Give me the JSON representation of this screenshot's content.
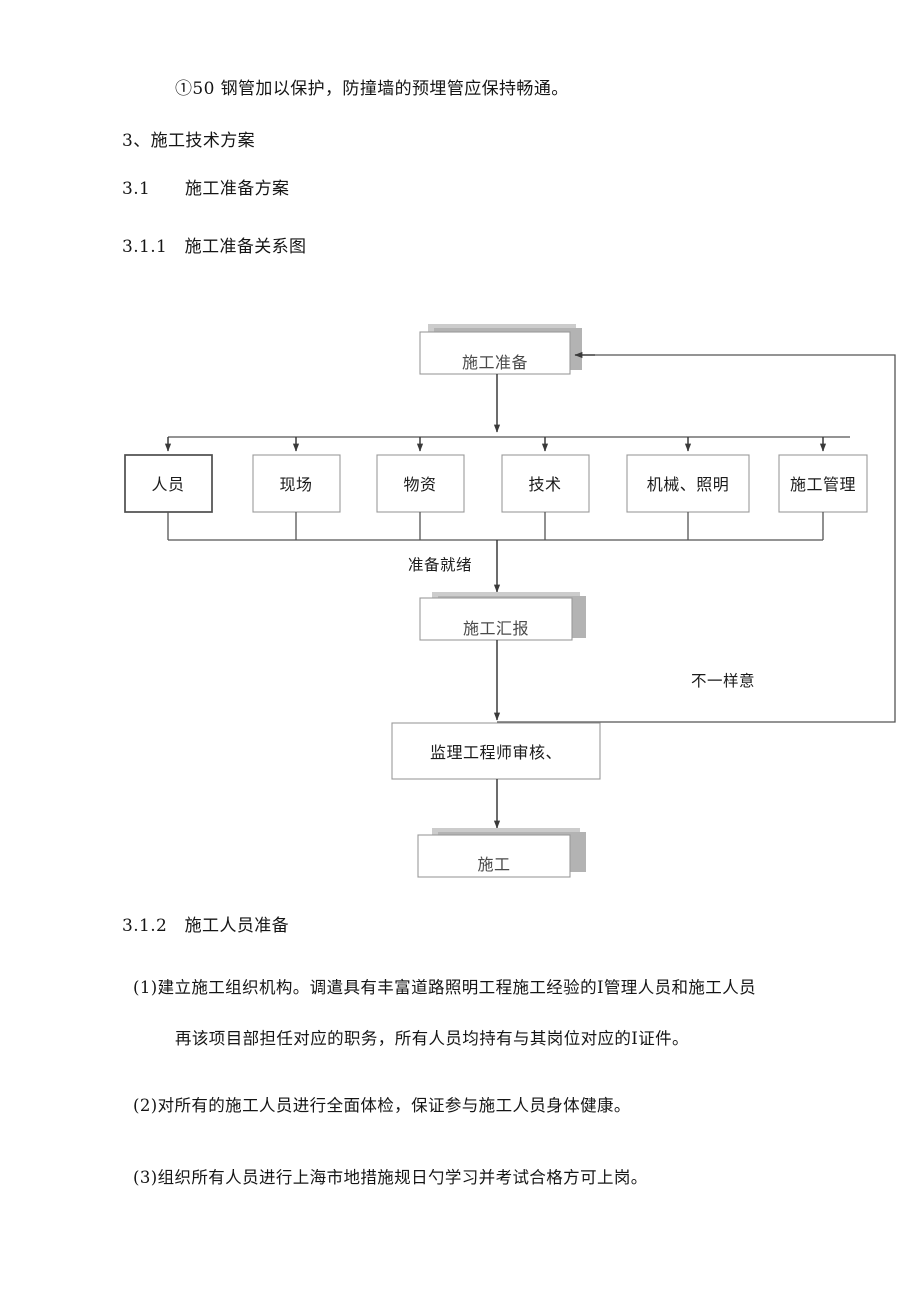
{
  "document": {
    "lead_line": "①50 钢管加以保护，防撞墙的预埋管应保持畅通。",
    "section_3": "3、施工技术方案",
    "section_3_1": "3.1　　施工准备方案",
    "section_3_1_1": "3.1.1　施工准备关系图",
    "section_3_1_2": "3.1.2　施工人员准备",
    "paragraphs": {
      "p1_line1": "(1)建立施工组织机构。调遣具有丰富道路照明工程施工经验的Ⅰ管理人员和施工人员",
      "p1_line2": "再该项目部担任对应的职务，所有人员均持有与其岗位对应的Ⅰ证件。",
      "p2": "(2)对所有的施工人员进行全面体检，保证参与施工人员身体健康。",
      "p3": "(3)组织所有人员进行上海市地措施规日勺学习并考试合格方可上岗。"
    }
  },
  "flowchart": {
    "title": "施工准备关系图",
    "nodes": {
      "start": "施工准备",
      "parallel": [
        "人员",
        "现场",
        "物资",
        "技术",
        "机械、照明",
        "施工管理"
      ],
      "report": "施工汇报",
      "review": "监理工程师审核、",
      "end": "施工"
    },
    "edge_labels": {
      "ready": "准备就绪",
      "disagree": "不一样意"
    },
    "colors": {
      "box_border_light": "#9a9a9a",
      "box_border_dark": "#4d4d4d",
      "shadow": "#b3b3b3",
      "connector": "#3a3a3a",
      "text": "#1b1b1b",
      "page_background": "#ffffff"
    }
  }
}
